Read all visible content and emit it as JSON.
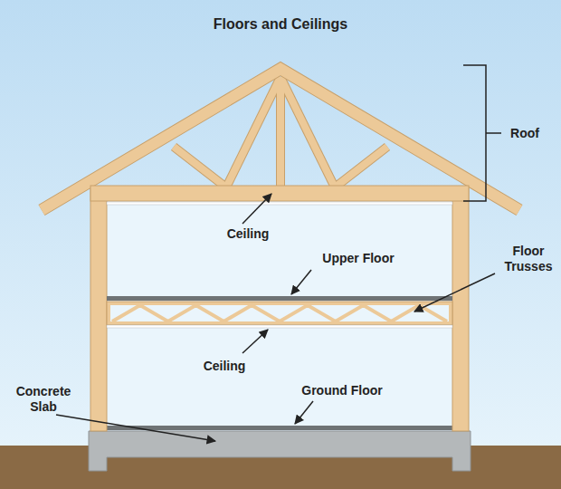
{
  "diagram": {
    "title": "Floors and Ceilings",
    "labels": [
      "Roof",
      "Ceiling",
      "Upper Floor",
      "Floor Trusses",
      "Ceiling",
      "Concrete Slab",
      "Ground Floor"
    ]
  }
}
